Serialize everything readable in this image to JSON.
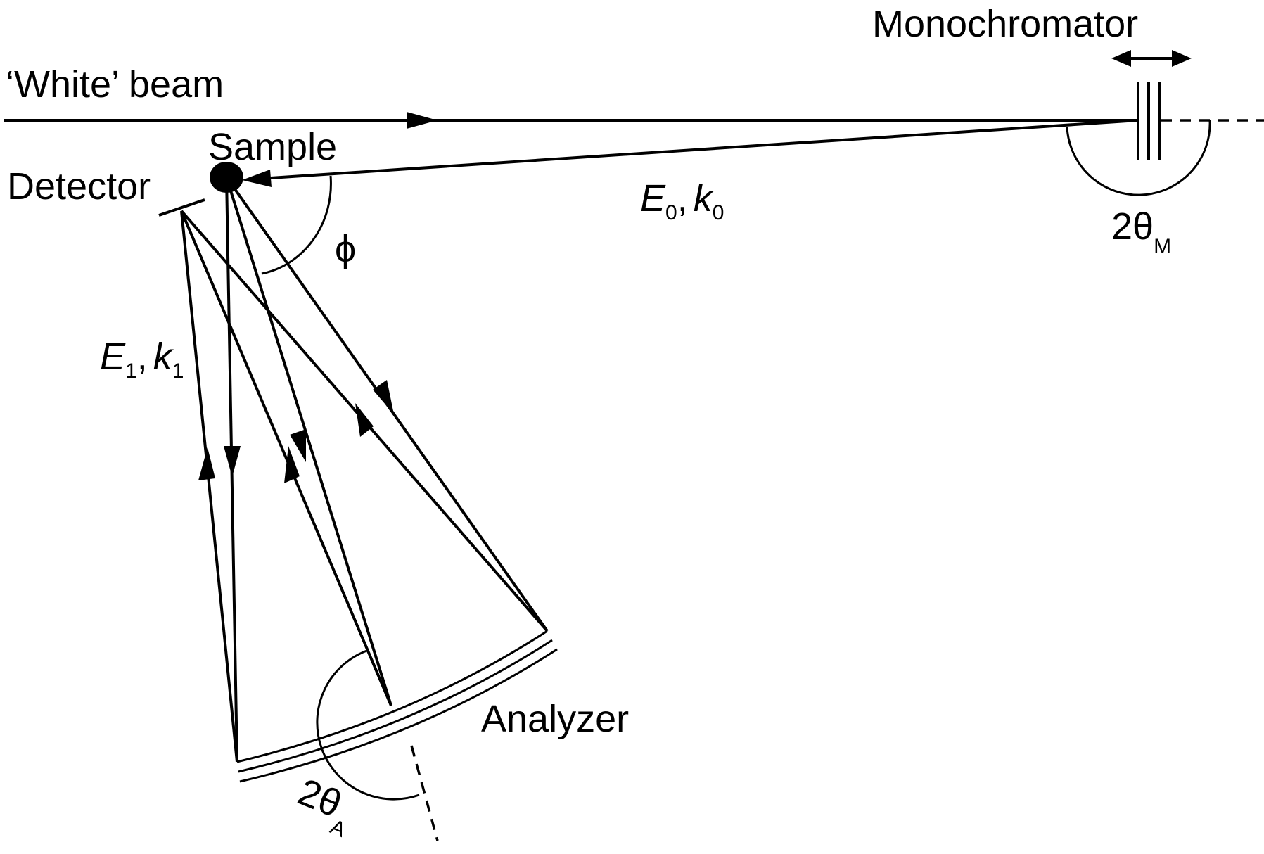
{
  "labels": {
    "white_beam": "‘White’ beam",
    "monochromator": "Monochromator",
    "sample": "Sample",
    "detector": "Detector",
    "analyzer": "Analyzer",
    "phi": "ϕ",
    "incident": {
      "E": "E",
      "E_sub": "0",
      "sep": ",",
      "k": "k",
      "k_sub": "0"
    },
    "scattered": {
      "E": "E",
      "E_sub": "1",
      "sep": ",",
      "k": "k",
      "k_sub": "1"
    },
    "mono_angle": {
      "main": "2θ",
      "sub": "M"
    },
    "analyzer_angle": {
      "main": "2θ",
      "sub": "A"
    }
  }
}
